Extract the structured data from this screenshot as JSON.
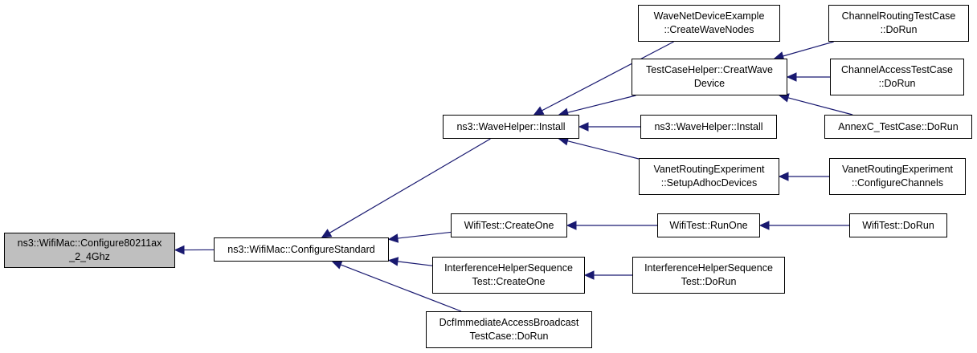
{
  "diagram": {
    "edge_color": "#191970",
    "root_fill": "#bfbfbf",
    "node_fill": "#ffffff",
    "nodes": {
      "root": {
        "lines": [
          "ns3::WifiMac::Configure80211ax",
          "_2_4Ghz"
        ]
      },
      "configure-standard": {
        "lines": [
          "ns3::WifiMac::ConfigureStandard"
        ]
      },
      "wave-helper-install": {
        "lines": [
          "ns3::WaveHelper::Install"
        ]
      },
      "wifitest-createone": {
        "lines": [
          "WifiTest::CreateOne"
        ]
      },
      "interference-createone": {
        "lines": [
          "InterferenceHelperSequence",
          "Test::CreateOne"
        ]
      },
      "dcf-immediate-dorun": {
        "lines": [
          "DcfImmediateAccessBroadcast",
          "TestCase::DoRun"
        ]
      },
      "wavenet-createwavenodes": {
        "lines": [
          "WaveNetDeviceExample",
          "::CreateWaveNodes"
        ]
      },
      "testcasehelper-creatwavedevice": {
        "lines": [
          "TestCaseHelper::CreatWave",
          "Device"
        ]
      },
      "wave-helper-install-2": {
        "lines": [
          "ns3::WaveHelper::Install"
        ]
      },
      "vanet-setupadhocdevices": {
        "lines": [
          "VanetRoutingExperiment",
          "::SetupAdhocDevices"
        ]
      },
      "wifitest-runone": {
        "lines": [
          "WifiTest::RunOne"
        ]
      },
      "interference-dorun": {
        "lines": [
          "InterferenceHelperSequence",
          "Test::DoRun"
        ]
      },
      "channelrouting-dorun": {
        "lines": [
          "ChannelRoutingTestCase",
          "::DoRun"
        ]
      },
      "channelaccess-dorun": {
        "lines": [
          "ChannelAccessTestCase",
          "::DoRun"
        ]
      },
      "annexc-dorun": {
        "lines": [
          "AnnexC_TestCase::DoRun"
        ]
      },
      "vanet-configurechannels": {
        "lines": [
          "VanetRoutingExperiment",
          "::ConfigureChannels"
        ]
      },
      "wifitest-dorun": {
        "lines": [
          "WifiTest::DoRun"
        ]
      }
    },
    "edges": [
      {
        "from": "configure-standard",
        "to": "root"
      },
      {
        "from": "wave-helper-install",
        "to": "configure-standard"
      },
      {
        "from": "wifitest-createone",
        "to": "configure-standard"
      },
      {
        "from": "interference-createone",
        "to": "configure-standard"
      },
      {
        "from": "dcf-immediate-dorun",
        "to": "configure-standard"
      },
      {
        "from": "wavenet-createwavenodes",
        "to": "wave-helper-install"
      },
      {
        "from": "testcasehelper-creatwavedevice",
        "to": "wave-helper-install"
      },
      {
        "from": "wave-helper-install-2",
        "to": "wave-helper-install"
      },
      {
        "from": "vanet-setupadhocdevices",
        "to": "wave-helper-install"
      },
      {
        "from": "channelrouting-dorun",
        "to": "testcasehelper-creatwavedevice"
      },
      {
        "from": "channelaccess-dorun",
        "to": "testcasehelper-creatwavedevice"
      },
      {
        "from": "annexc-dorun",
        "to": "testcasehelper-creatwavedevice"
      },
      {
        "from": "vanet-configurechannels",
        "to": "vanet-setupadhocdevices"
      },
      {
        "from": "wifitest-runone",
        "to": "wifitest-createone"
      },
      {
        "from": "wifitest-dorun",
        "to": "wifitest-runone"
      },
      {
        "from": "interference-dorun",
        "to": "interference-createone"
      }
    ]
  }
}
